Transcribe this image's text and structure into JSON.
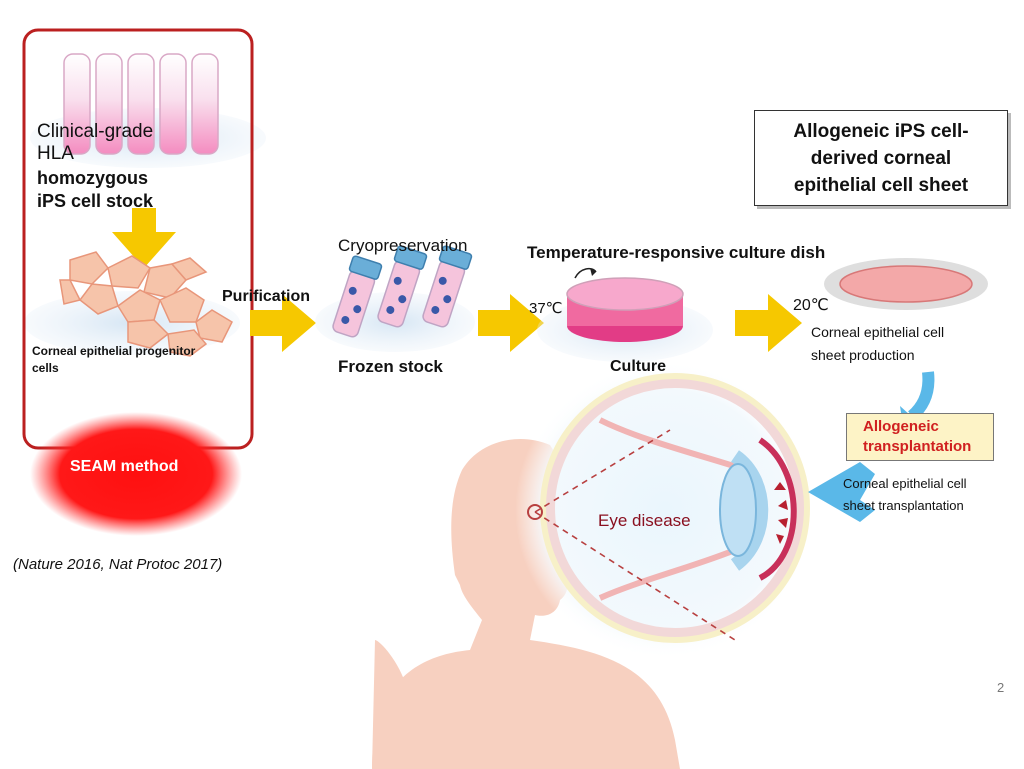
{
  "colors": {
    "seam_red": "#ff1010",
    "frame_red": "#bb2020",
    "arrow_yellow": "#f6c800",
    "arrow_blue": "#5ab8e8",
    "pink": "#f06aa0",
    "skin": "#f7d0c0",
    "label_red": "#d02020",
    "dark_red": "#8a1020"
  },
  "icons": [
    "test-tube-icon",
    "cell-cluster-icon",
    "cryovial-icon",
    "culture-dish-icon",
    "cell-sheet-icon",
    "eye-icon",
    "human-silhouette-icon"
  ],
  "labels": {
    "stock_line1": "Clinical-grade",
    "stock_line2": "HLA",
    "stock_line3": "homozygous",
    "stock_line4": "iPS cell stock",
    "progenitor_line1": "Corneal epithelial progenitor",
    "progenitor_line2": "cells",
    "seam_method": "SEAM method",
    "citation": "(Nature 2016, Nat Protoc 2017)",
    "purification": "Purification",
    "cryopreservation": "Cryopreservation",
    "frozen_stock": "Frozen stock",
    "dish_title": "Temperature-responsive culture dish",
    "temp_37": "37℃",
    "culture": "Culture",
    "temp_20": "20℃",
    "sheet_prod_line1": "Corneal epithelial cell",
    "sheet_prod_line2": "sheet production",
    "box_line1": "Allogeneic iPS cell-",
    "box_line2": "derived corneal",
    "box_line3": "epithelial cell sheet",
    "allo_line1": "Allogeneic",
    "allo_line2": "transplantation",
    "transplant_line1": "Corneal epithelial cell",
    "transplant_line2": "sheet transplantation",
    "eye_disease": "Eye disease",
    "page_number": "2"
  }
}
